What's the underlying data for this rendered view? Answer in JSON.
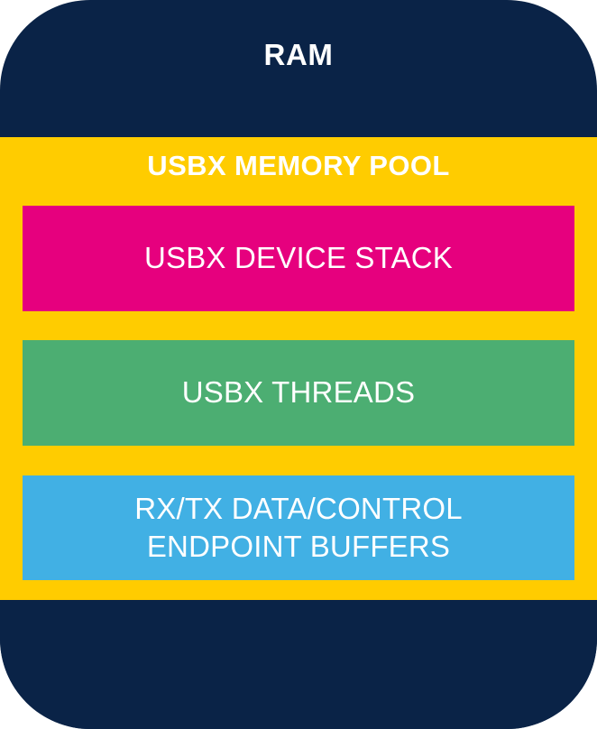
{
  "diagram": {
    "title": "RAM",
    "outer_color": "#0a2347",
    "pool": {
      "title": "USBX MEMORY POOL",
      "color": "#ffcc00",
      "blocks": [
        {
          "label": "USBX DEVICE STACK",
          "line1": "USBX DEVICE STACK",
          "line2": "",
          "color": "#e6007e"
        },
        {
          "label": "USBX THREADS",
          "line1": "USBX THREADS",
          "line2": "",
          "color": "#4cae72"
        },
        {
          "label": "RX/TX DATA/CONTROL ENDPOINT BUFFERS",
          "line1": "RX/TX DATA/CONTROL",
          "line2": "ENDPOINT BUFFERS",
          "color": "#41b0e4"
        }
      ]
    },
    "text_color": "#ffffff"
  }
}
